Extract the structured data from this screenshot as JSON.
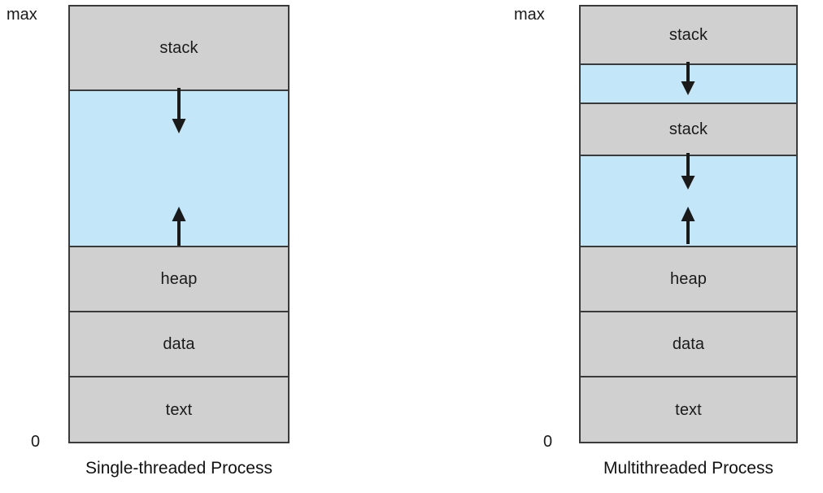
{
  "figure": {
    "title": "",
    "background_color": "#ffffff",
    "segment_fill_gray": "#d0d0d0",
    "segment_fill_blue": "#c3e7f8",
    "border_color": "#3a3a3a",
    "arrow_color": "#1a1a1a"
  },
  "diagrams": [
    {
      "id": "single-threaded",
      "caption": "Single-threaded Process",
      "axis_top_label": "max",
      "axis_bottom_label": "0",
      "segments": [
        {
          "name": "stack",
          "label": "stack",
          "fill": "gray",
          "show_label": true
        },
        {
          "name": "gap",
          "label": "",
          "fill": "blue",
          "show_label": false
        },
        {
          "name": "heap",
          "label": "heap",
          "fill": "gray",
          "show_label": true
        },
        {
          "name": "data",
          "label": "data",
          "fill": "gray",
          "show_label": true
        },
        {
          "name": "text",
          "label": "text",
          "fill": "gray",
          "show_label": true
        }
      ],
      "arrows": [
        {
          "name": "stack-grow-down-arrow",
          "direction": "down"
        },
        {
          "name": "heap-grow-up-arrow",
          "direction": "up"
        }
      ]
    },
    {
      "id": "multithreaded",
      "caption": "Multithreaded Process",
      "axis_top_label": "max",
      "axis_bottom_label": "0",
      "segments": [
        {
          "name": "stack-1",
          "label": "stack",
          "fill": "gray",
          "show_label": true
        },
        {
          "name": "gap-1",
          "label": "",
          "fill": "blue",
          "show_label": false
        },
        {
          "name": "stack-2",
          "label": "stack",
          "fill": "gray",
          "show_label": true
        },
        {
          "name": "gap-2",
          "label": "",
          "fill": "blue",
          "show_label": false
        },
        {
          "name": "heap",
          "label": "heap",
          "fill": "gray",
          "show_label": true
        },
        {
          "name": "data",
          "label": "data",
          "fill": "gray",
          "show_label": true
        },
        {
          "name": "text",
          "label": "text",
          "fill": "gray",
          "show_label": true
        }
      ],
      "arrows": [
        {
          "name": "stack1-grow-down-arrow",
          "direction": "down"
        },
        {
          "name": "stack2-grow-down-arrow",
          "direction": "down"
        },
        {
          "name": "heap-grow-up-arrow",
          "direction": "up"
        }
      ]
    }
  ]
}
